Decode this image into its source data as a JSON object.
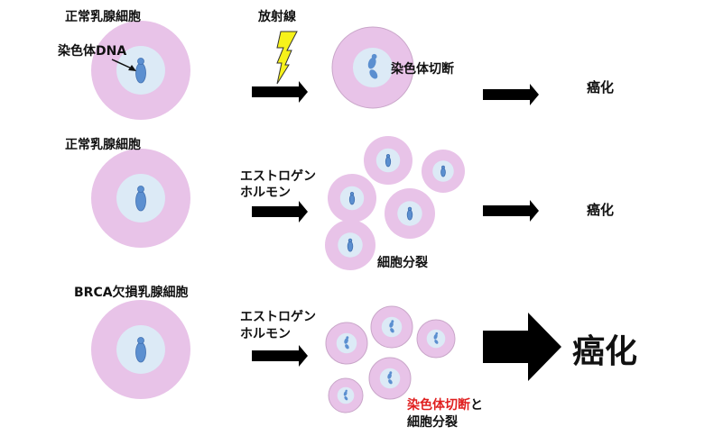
{
  "colors": {
    "cytoplasm": "#e8c3e8",
    "nucleus": "#dceaf6",
    "chromosome": "#5b8fd0",
    "chromosome_outline": "#3f6fb0",
    "lightning": "#f7f21a",
    "arrow": "#000000",
    "highlight_text": "#e02020"
  },
  "rows": [
    {
      "cell_label": "正常乳腺細胞",
      "dna_label": "染色体DNA",
      "trigger_label": "放射線",
      "trigger_icon": "lightning-bolt-icon",
      "intermediate_label": "染色体切断",
      "result_label": "癌化"
    },
    {
      "cell_label": "正常乳腺細胞",
      "trigger_label_line1": "エストロゲン",
      "trigger_label_line2": "ホルモン",
      "intermediate_label": "細胞分裂",
      "result_label": "癌化"
    },
    {
      "cell_label": "BRCA欠損乳腺細胞",
      "trigger_label_line1": "エストロゲン",
      "trigger_label_line2": "ホルモン",
      "intermediate_label_highlight": "染色体切断",
      "intermediate_label_suffix": "と",
      "intermediate_label_line2": "細胞分裂",
      "result_label": "癌化"
    }
  ]
}
